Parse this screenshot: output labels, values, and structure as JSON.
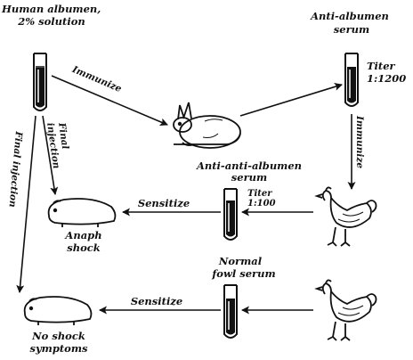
{
  "labels": {
    "antigen_line1": "Human albumen,",
    "antigen_line2": "2% solution",
    "antiserum_line1": "Anti-albumen",
    "antiserum_line2": "serum",
    "titer1_line1": "Titer",
    "titer1_line2": "1:1200",
    "immunize_top": "Immunize",
    "immunize_right": "Immunize",
    "anti_anti_line1": "Anti-anti-albumen",
    "anti_anti_line2": "serum",
    "titer2_line1": "Titer",
    "titer2_line2": "1:100",
    "final_injection_inner_1": "Final",
    "final_injection_inner_2": "injection",
    "final_injection_outer": "Final injection",
    "sensitize_mid": "Sensitize",
    "anaph_line1": "Anaph",
    "anaph_line2": "shock",
    "normal_line1": "Normal",
    "normal_line2": "fowl serum",
    "sensitize_bottom": "Sensitize",
    "no_shock_line1": "No shock",
    "no_shock_line2": "symptoms"
  }
}
